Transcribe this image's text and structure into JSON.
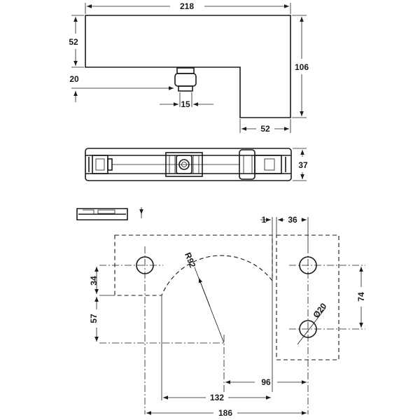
{
  "dimensions": {
    "top_width": "218",
    "top_height": "106",
    "top_upper": "52",
    "top_offset": "20",
    "top_pin": "15",
    "top_leg": "52",
    "side_thickness": "37",
    "bottom_gap": "1",
    "bottom_plate_width": "36",
    "bottom_hole_spacing": "74",
    "bottom_hole_dia": "Ø20",
    "bottom_radius": "R92",
    "bottom_left_upper": "34",
    "bottom_left_lower": "57",
    "bottom_96": "96",
    "bottom_132": "132",
    "bottom_186": "186"
  },
  "colors": {
    "line": "#1a1a1a",
    "background": "#ffffff"
  }
}
